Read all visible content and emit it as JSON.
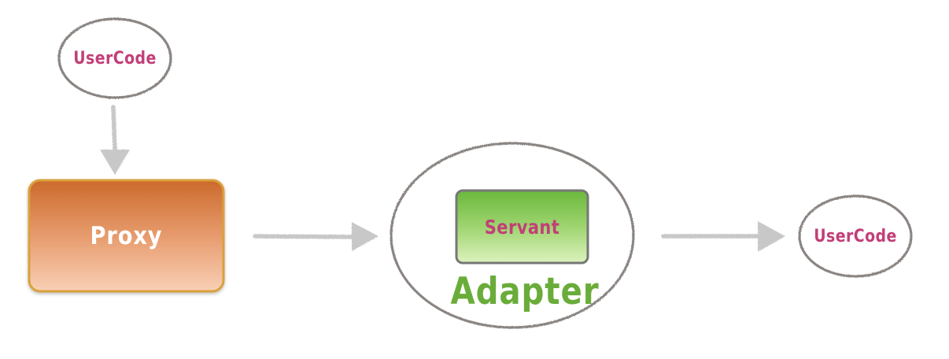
{
  "diagram": {
    "user_code_source": "UserCode",
    "proxy": "Proxy",
    "servant": "Servant",
    "adapter": "Adapter",
    "user_code_target": "UserCode"
  },
  "colors": {
    "ellipse_stroke": "#8a8582",
    "arrow": "#c8c8c8",
    "usercode_text": "#c23f78",
    "proxy_top": "#cc6a2c",
    "proxy_bottom": "#f7cbae",
    "proxy_border": "#d9a13c",
    "servant_top": "#6ab83c",
    "servant_bottom": "#d8f0b4",
    "servant_border": "#777777",
    "adapter_text": "#6aac3a"
  }
}
